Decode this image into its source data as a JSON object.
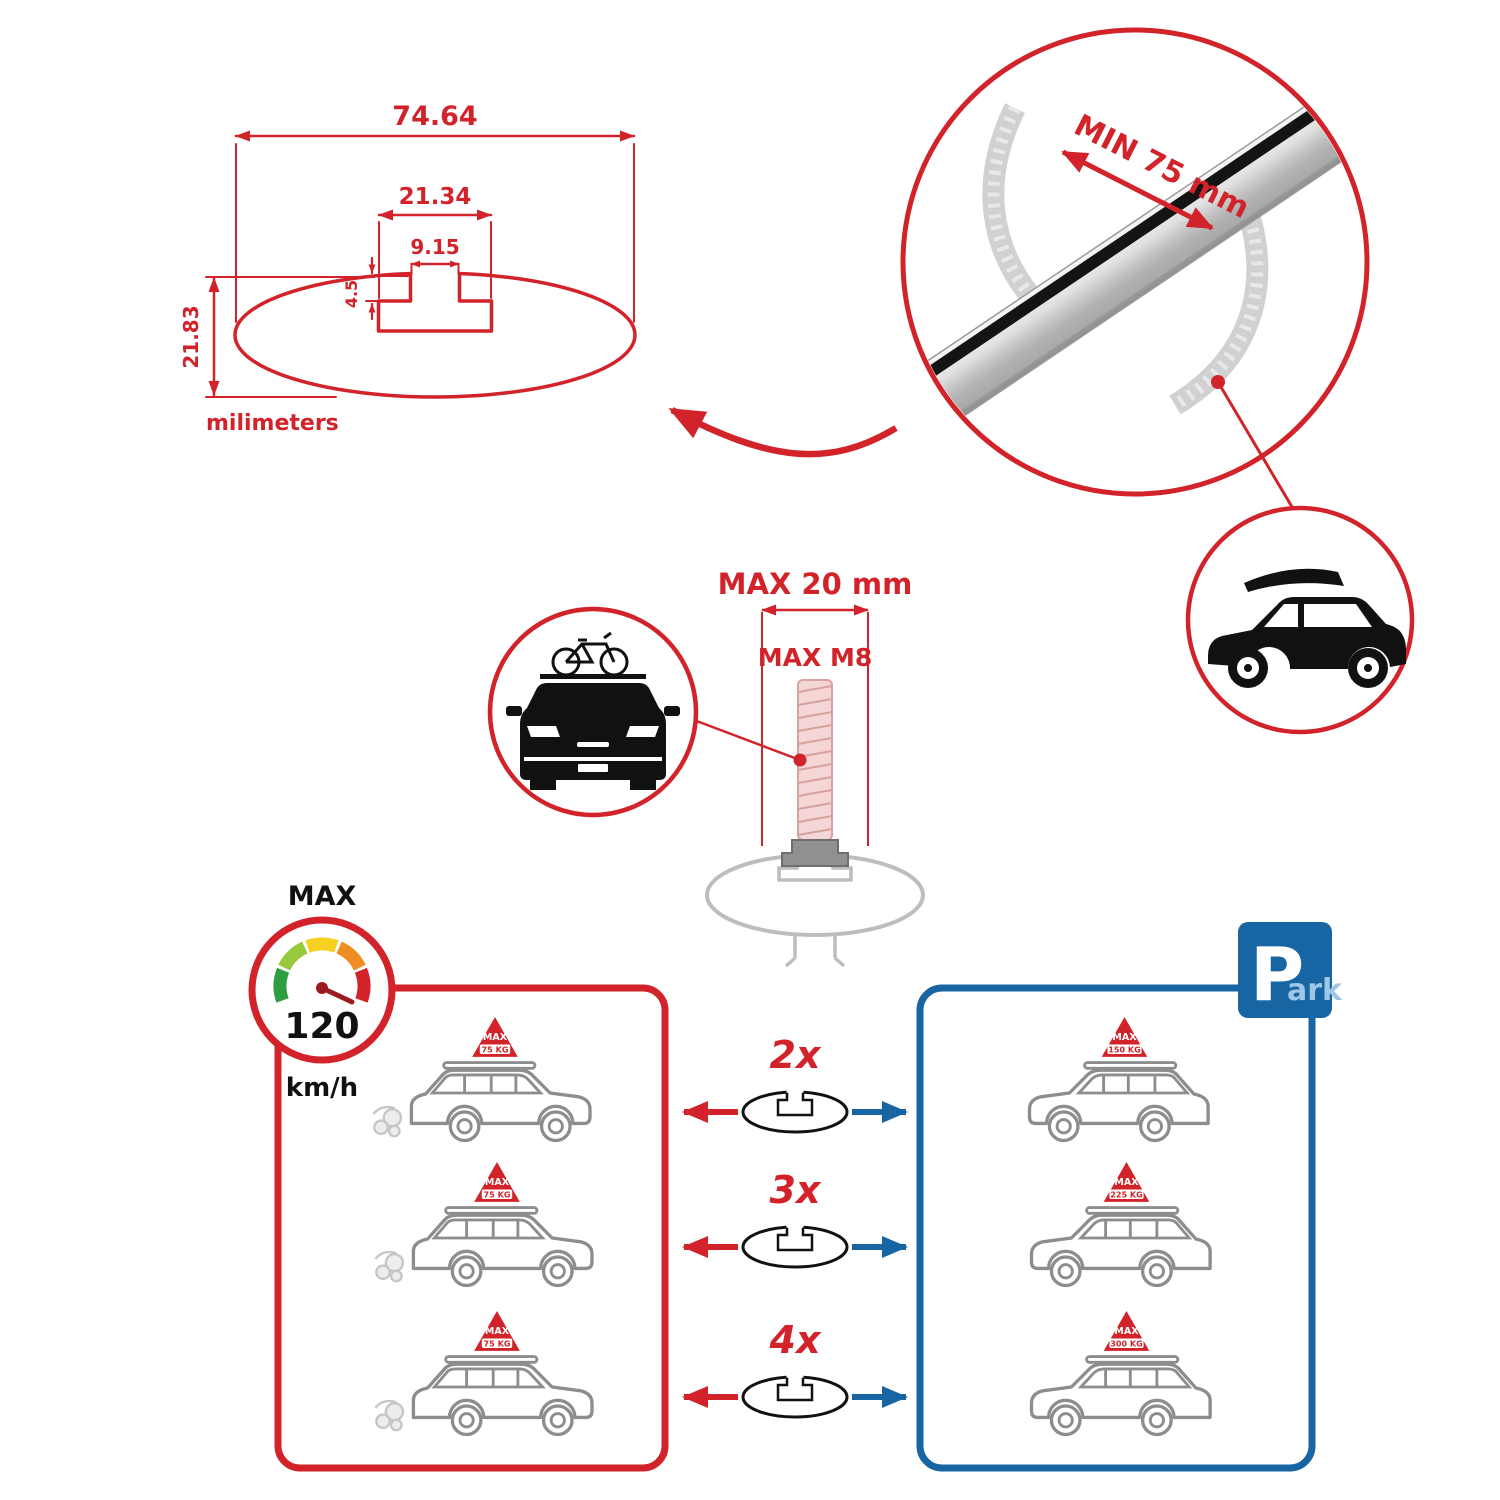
{
  "colors": {
    "red": "#d2232a",
    "blue": "#1765a3",
    "gray_outline": "#8d8d8d",
    "ghost_gray": "#bdbdbd",
    "metal": "#d9d9d9"
  },
  "dimension_diagram": {
    "width": "74.64",
    "cavity_width": "21.34",
    "slot_width": "9.15",
    "lip_depth": "4.5",
    "height": "21.83",
    "units": "milimeters"
  },
  "bar_closeup": {
    "min_span": "MIN 75 mm"
  },
  "bolt_diagram": {
    "max_width": "MAX 20 mm",
    "max_thread": "MAX M8"
  },
  "speed_limit": {
    "label": "MAX",
    "value": "120",
    "unit": "km/h"
  },
  "park_sign": {
    "letter": "P",
    "rest": "ark"
  },
  "left_cars": [
    {
      "sign_max": "MAX",
      "sign_load": "75 KG"
    },
    {
      "sign_max": "MAX",
      "sign_load": "75 KG"
    },
    {
      "sign_max": "MAX",
      "sign_load": "75 KG"
    }
  ],
  "right_cars": [
    {
      "sign_max": "MAX",
      "sign_load": "150 KG"
    },
    {
      "sign_max": "MAX",
      "sign_load": "225 KG"
    },
    {
      "sign_max": "MAX",
      "sign_load": "300 KG"
    }
  ],
  "multipliers": [
    {
      "label": "2x"
    },
    {
      "label": "3x"
    },
    {
      "label": "4x"
    }
  ]
}
